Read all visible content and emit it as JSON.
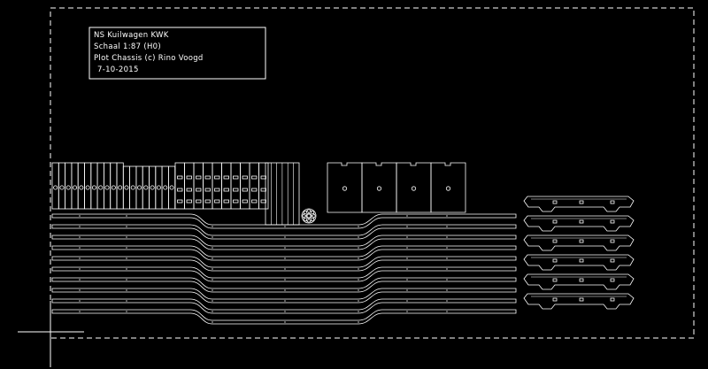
{
  "title_block": {
    "line1": "NS Kuilwagen KWK",
    "line2": "Schaal 1:87 (H0)",
    "line3": "Plot Chassis (c) Rino Voogd",
    "line4": "7-10-2015"
  },
  "colors": {
    "background": "#000000",
    "lines": "#ffffff"
  },
  "drawing": {
    "small_part_count": 19,
    "plate_count": 4,
    "long_beam_count": 10,
    "side_frame_count": 6,
    "wheel_spokes": 8
  }
}
